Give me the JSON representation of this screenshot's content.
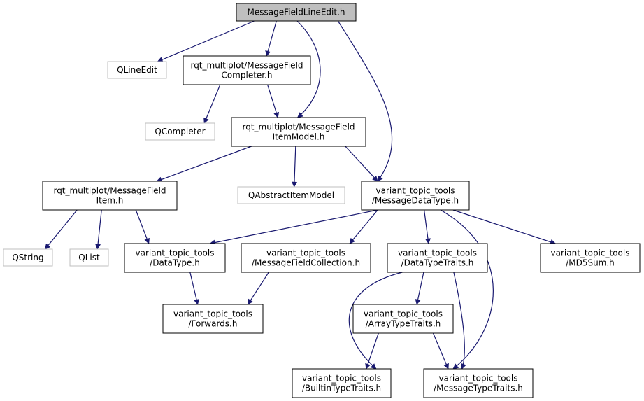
{
  "colors": {
    "edge": "#191970",
    "node_border": "#000000",
    "external_border": "#bfbfbf",
    "root_fill": "#bfbfbf",
    "node_fill": "#ffffff"
  },
  "nodes": [
    {
      "id": "root",
      "lines": [
        "MessageFieldLineEdit.h"
      ],
      "kind": "root"
    },
    {
      "id": "qlineedit",
      "lines": [
        "QLineEdit"
      ],
      "kind": "external"
    },
    {
      "id": "completer",
      "lines": [
        "rqt_multiplot/MessageField",
        "Completer.h"
      ],
      "kind": "local"
    },
    {
      "id": "qcompleter",
      "lines": [
        "QCompleter"
      ],
      "kind": "external"
    },
    {
      "id": "itemmodel",
      "lines": [
        "rqt_multiplot/MessageField",
        "ItemModel.h"
      ],
      "kind": "local"
    },
    {
      "id": "item",
      "lines": [
        "rqt_multiplot/MessageField",
        "Item.h"
      ],
      "kind": "local"
    },
    {
      "id": "qabstract",
      "lines": [
        "QAbstractItemModel"
      ],
      "kind": "external"
    },
    {
      "id": "msgdatatype",
      "lines": [
        "variant_topic_tools",
        "/MessageDataType.h"
      ],
      "kind": "local"
    },
    {
      "id": "qstring",
      "lines": [
        "QString"
      ],
      "kind": "external"
    },
    {
      "id": "qlist",
      "lines": [
        "QList"
      ],
      "kind": "external"
    },
    {
      "id": "datatype",
      "lines": [
        "variant_topic_tools",
        "/DataType.h"
      ],
      "kind": "local"
    },
    {
      "id": "fieldcoll",
      "lines": [
        "variant_topic_tools",
        "/MessageFieldCollection.h"
      ],
      "kind": "local"
    },
    {
      "id": "dtraits",
      "lines": [
        "variant_topic_tools",
        "/DataTypeTraits.h"
      ],
      "kind": "local"
    },
    {
      "id": "md5",
      "lines": [
        "variant_topic_tools",
        "/MD5Sum.h"
      ],
      "kind": "local"
    },
    {
      "id": "forwards",
      "lines": [
        "variant_topic_tools",
        "/Forwards.h"
      ],
      "kind": "local"
    },
    {
      "id": "atraits",
      "lines": [
        "variant_topic_tools",
        "/ArrayTypeTraits.h"
      ],
      "kind": "local"
    },
    {
      "id": "btraits",
      "lines": [
        "variant_topic_tools",
        "/BuiltinTypeTraits.h"
      ],
      "kind": "local"
    },
    {
      "id": "mtraits",
      "lines": [
        "variant_topic_tools",
        "/MessageTypeTraits.h"
      ],
      "kind": "local"
    }
  ],
  "edges": [
    {
      "from": "root",
      "to": "qlineedit"
    },
    {
      "from": "root",
      "to": "completer"
    },
    {
      "from": "root",
      "to": "itemmodel"
    },
    {
      "from": "root",
      "to": "msgdatatype"
    },
    {
      "from": "completer",
      "to": "qcompleter"
    },
    {
      "from": "completer",
      "to": "itemmodel"
    },
    {
      "from": "itemmodel",
      "to": "item"
    },
    {
      "from": "itemmodel",
      "to": "qabstract"
    },
    {
      "from": "itemmodel",
      "to": "msgdatatype"
    },
    {
      "from": "item",
      "to": "qstring"
    },
    {
      "from": "item",
      "to": "qlist"
    },
    {
      "from": "item",
      "to": "datatype"
    },
    {
      "from": "msgdatatype",
      "to": "datatype"
    },
    {
      "from": "msgdatatype",
      "to": "fieldcoll"
    },
    {
      "from": "msgdatatype",
      "to": "dtraits"
    },
    {
      "from": "msgdatatype",
      "to": "md5"
    },
    {
      "from": "msgdatatype",
      "to": "mtraits"
    },
    {
      "from": "datatype",
      "to": "forwards"
    },
    {
      "from": "fieldcoll",
      "to": "forwards"
    },
    {
      "from": "dtraits",
      "to": "atraits"
    },
    {
      "from": "dtraits",
      "to": "btraits"
    },
    {
      "from": "dtraits",
      "to": "mtraits"
    },
    {
      "from": "atraits",
      "to": "btraits"
    },
    {
      "from": "atraits",
      "to": "mtraits"
    }
  ]
}
